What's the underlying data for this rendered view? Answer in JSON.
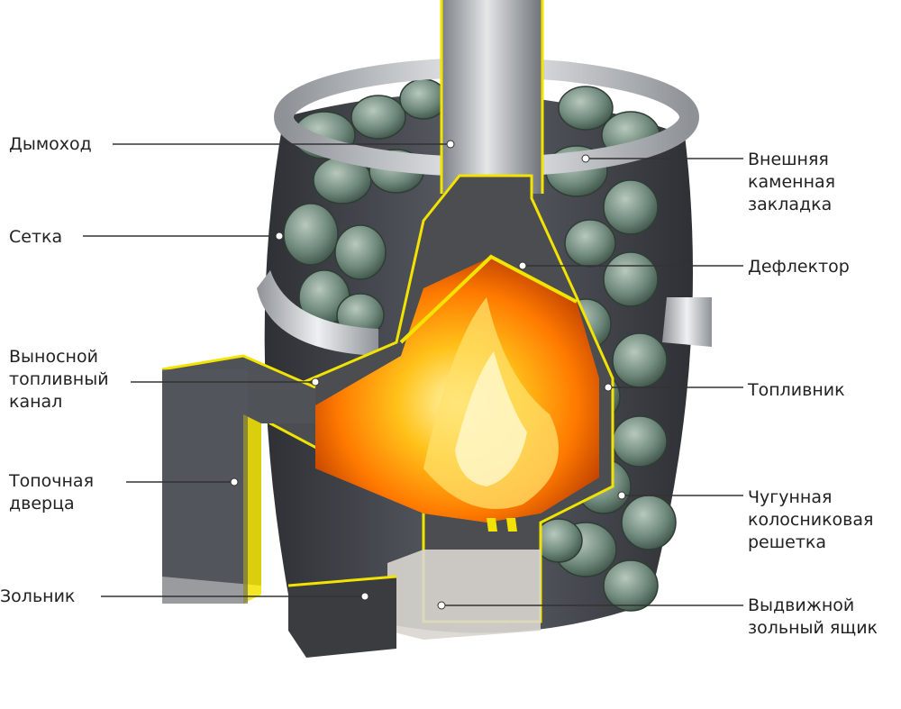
{
  "colors": {
    "background": "#ffffff",
    "text": "#222222",
    "leader_line": "#333333",
    "highlight_edge": "#f2e400",
    "stove_body": "#4a4d52",
    "steel": "#c9ccd0",
    "stone": "#6f8a7c",
    "fire_core": "#fff2a0",
    "fire_outer": "#ff7a00"
  },
  "labels": {
    "chimney": "Дымоход",
    "mesh": "Сетка",
    "remote_fuel_channel": "Выносной\nтопливный\nканал",
    "firebox_door": "Топочная\nдверца",
    "ash_pit": "Зольник",
    "outer_stone_load": "Внешняя\nкаменная\nзакладка",
    "deflector": "Дефлектор",
    "firebox": "Топливник",
    "cast_iron_grate": "Чугунная\nколосниковая\nрешетка",
    "ash_drawer": "Выдвижной\nзольный ящик"
  }
}
